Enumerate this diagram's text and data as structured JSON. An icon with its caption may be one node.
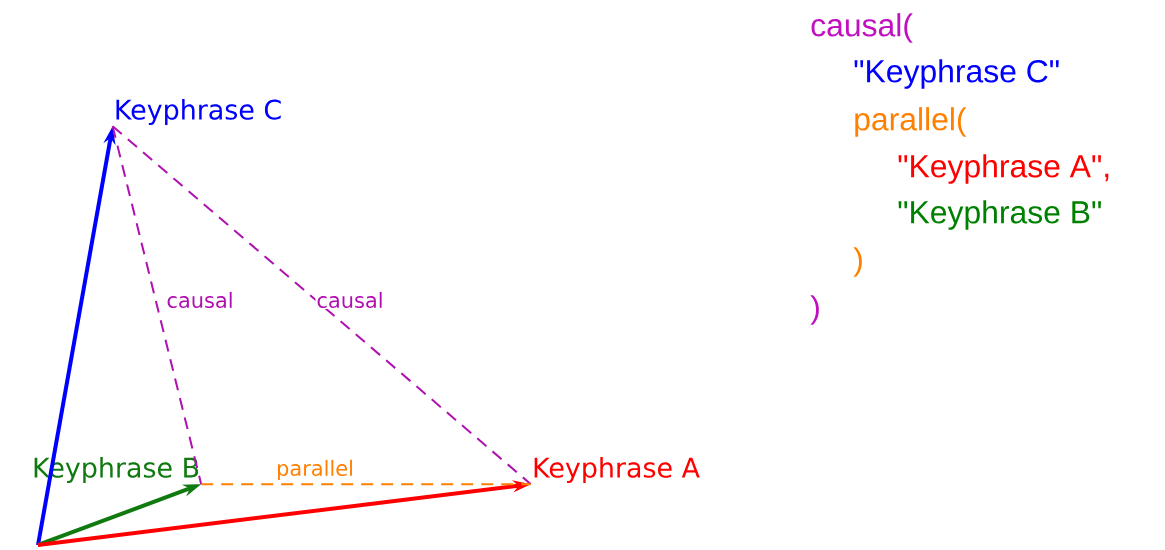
{
  "diagram": {
    "nodes": [
      {
        "text": [
          "Keyphrase C"
        ]
      },
      {
        "text": [
          "Keyphrase B"
        ]
      },
      {
        "text": [
          "Keyphrase A"
        ]
      }
    ],
    "edges": [
      {
        "from": null,
        "to": 0,
        "arrow": "to",
        "style": "thick",
        "color": "#0000ff"
      },
      {
        "from": null,
        "to": 1,
        "arrow": "to",
        "style": "thick",
        "color": "#107a10"
      },
      {
        "from": null,
        "to": 2,
        "arrow": "to",
        "style": "thick",
        "color": "#ff0000"
      },
      {
        "from": 0,
        "to": 1,
        "arrow": "none",
        "label": "causal",
        "style": "dashed",
        "color": "#b010b0"
      },
      {
        "from": 0,
        "to": 2,
        "arrow": "none",
        "label": "causal",
        "style": "dashed",
        "color": "#b010b0"
      },
      {
        "from": 1,
        "to": 2,
        "arrow": "none",
        "label": "parallel",
        "style": "dashed",
        "color": "#ff8000"
      }
    ],
    "labels": [
      "causal(",
      "\"Keyphrase C\"",
      "parallel(",
      "\"Keyphrase A\",",
      "\"Keyphrase B\"",
      ")",
      ")"
    ]
  }
}
